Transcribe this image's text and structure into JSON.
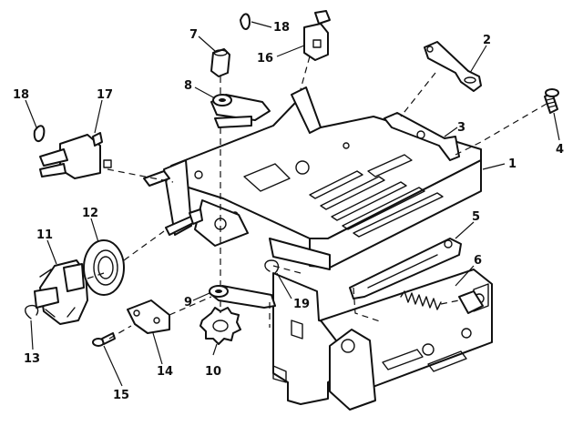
{
  "callouts": {
    "c1": "1",
    "c2": "2",
    "c3": "3",
    "c4": "4",
    "c5": "5",
    "c6": "6",
    "c7": "7",
    "c8": "8",
    "c9": "9",
    "c10": "10",
    "c11": "11",
    "c12": "12",
    "c13": "13",
    "c14": "14",
    "c15": "15",
    "c16": "16",
    "c17": "17",
    "c18a": "18",
    "c18b": "18",
    "c19": "19"
  },
  "colors": {
    "ink": "#111111",
    "paper": "#ffffff"
  }
}
